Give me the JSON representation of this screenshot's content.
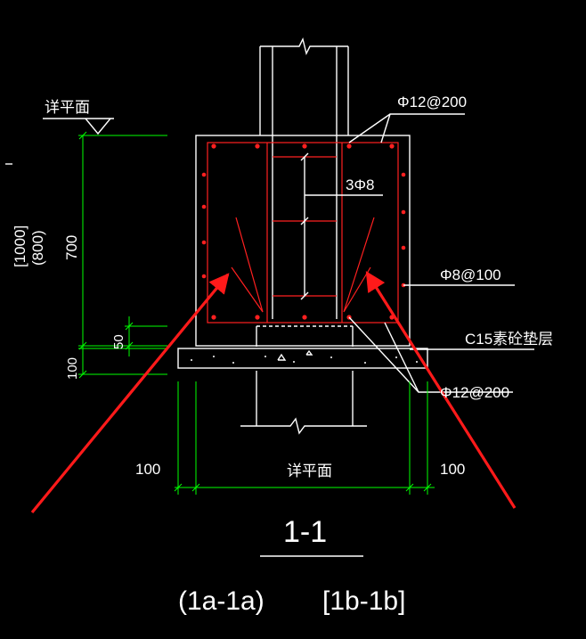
{
  "labels": {
    "elev_top": "详平面",
    "rebar_top": "Φ12@200",
    "stirrups": "3Φ8",
    "side_bar": "Φ8@100",
    "cushion": "C15素砼垫层",
    "rebar_bottom": "Φ12@200",
    "dim_height_outer": "[1000]",
    "dim_height_mid": "(800)",
    "dim_height": "700",
    "dim_50": "50",
    "dim_100_vert": "100",
    "dim_left": "100",
    "dim_center": "详平面",
    "dim_right": "100"
  },
  "section": {
    "title": "1-1",
    "subtitle_a": "(1a-1a)",
    "subtitle_b": "[1b-1b]"
  },
  "colors": {
    "dimension": "#00ff00",
    "rebar": "#ff2020",
    "outline": "#ffffff",
    "callout_arrow": "#ff1a1a"
  }
}
